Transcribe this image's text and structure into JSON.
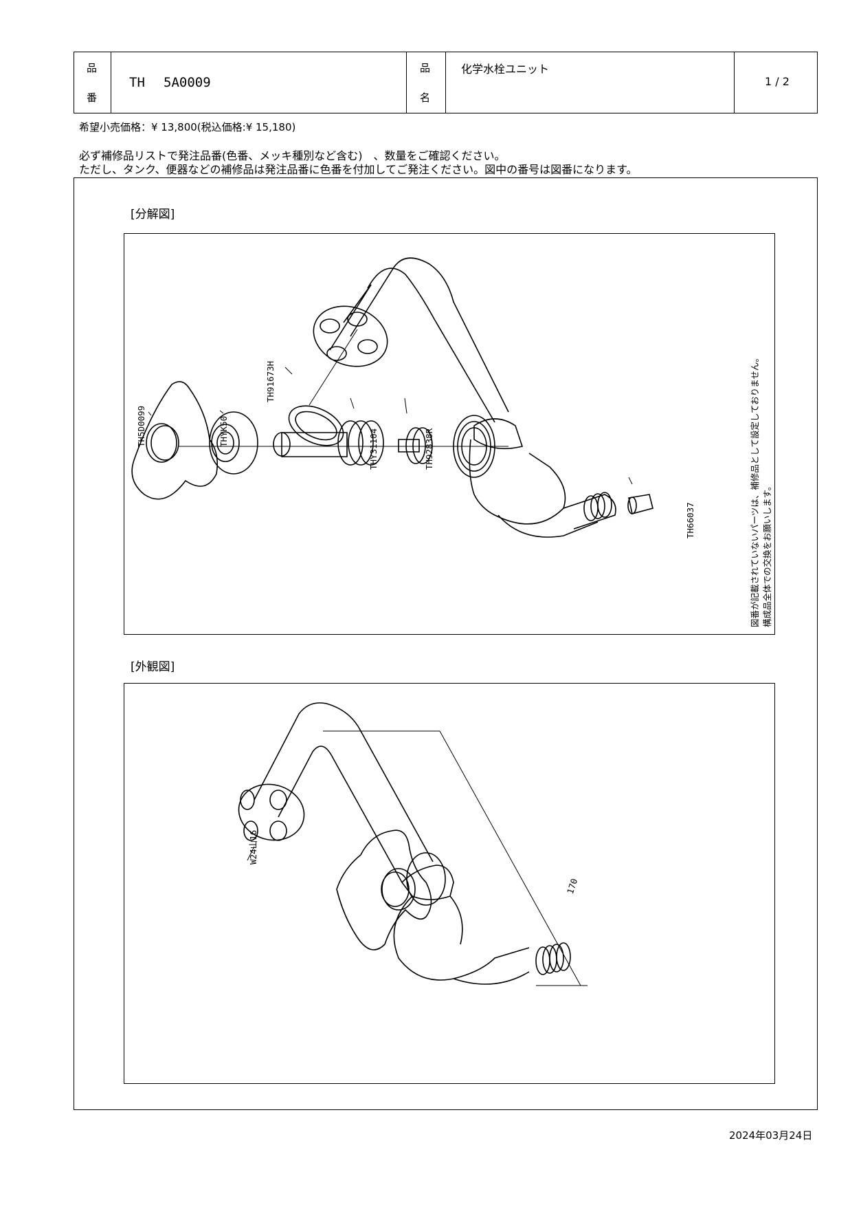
{
  "header": {
    "part_no_label_1": "品",
    "part_no_label_2": "番",
    "part_no_prefix": "TH",
    "part_no": "5A0009",
    "name_label_1": "品",
    "name_label_2": "名",
    "product_name": "化学水栓ユニット",
    "page": "1 / 2"
  },
  "price_line": "希望小売価格：¥ 13,800(税込価格:¥ 15,180)",
  "notice_line_1": "必ず補修品リストで発注品番(色番、メッキ種別など含む)　、数量をご確認ください。",
  "notice_line_2": "ただし、タンク、便器などの補修品は発注品番に色番を付加してご発注ください。図中の番号は図番になります。",
  "exploded": {
    "title": "[分解図]",
    "parts": {
      "handle": "TH5D0099",
      "cap": "THYK50",
      "packing": "TH91673H",
      "spindle": "THY31104",
      "valve": "TH92838R",
      "nozzle_tip": "TH66037"
    },
    "side_note_1": "図番が記載されていないパーツは、補修品として設定しておりません。",
    "side_note_2": "構成品全体での交換をお願いします。"
  },
  "appearance": {
    "title": "[外観図]",
    "thread_label": "W24山16",
    "dimension": "170"
  },
  "date": "2024年03月24日"
}
